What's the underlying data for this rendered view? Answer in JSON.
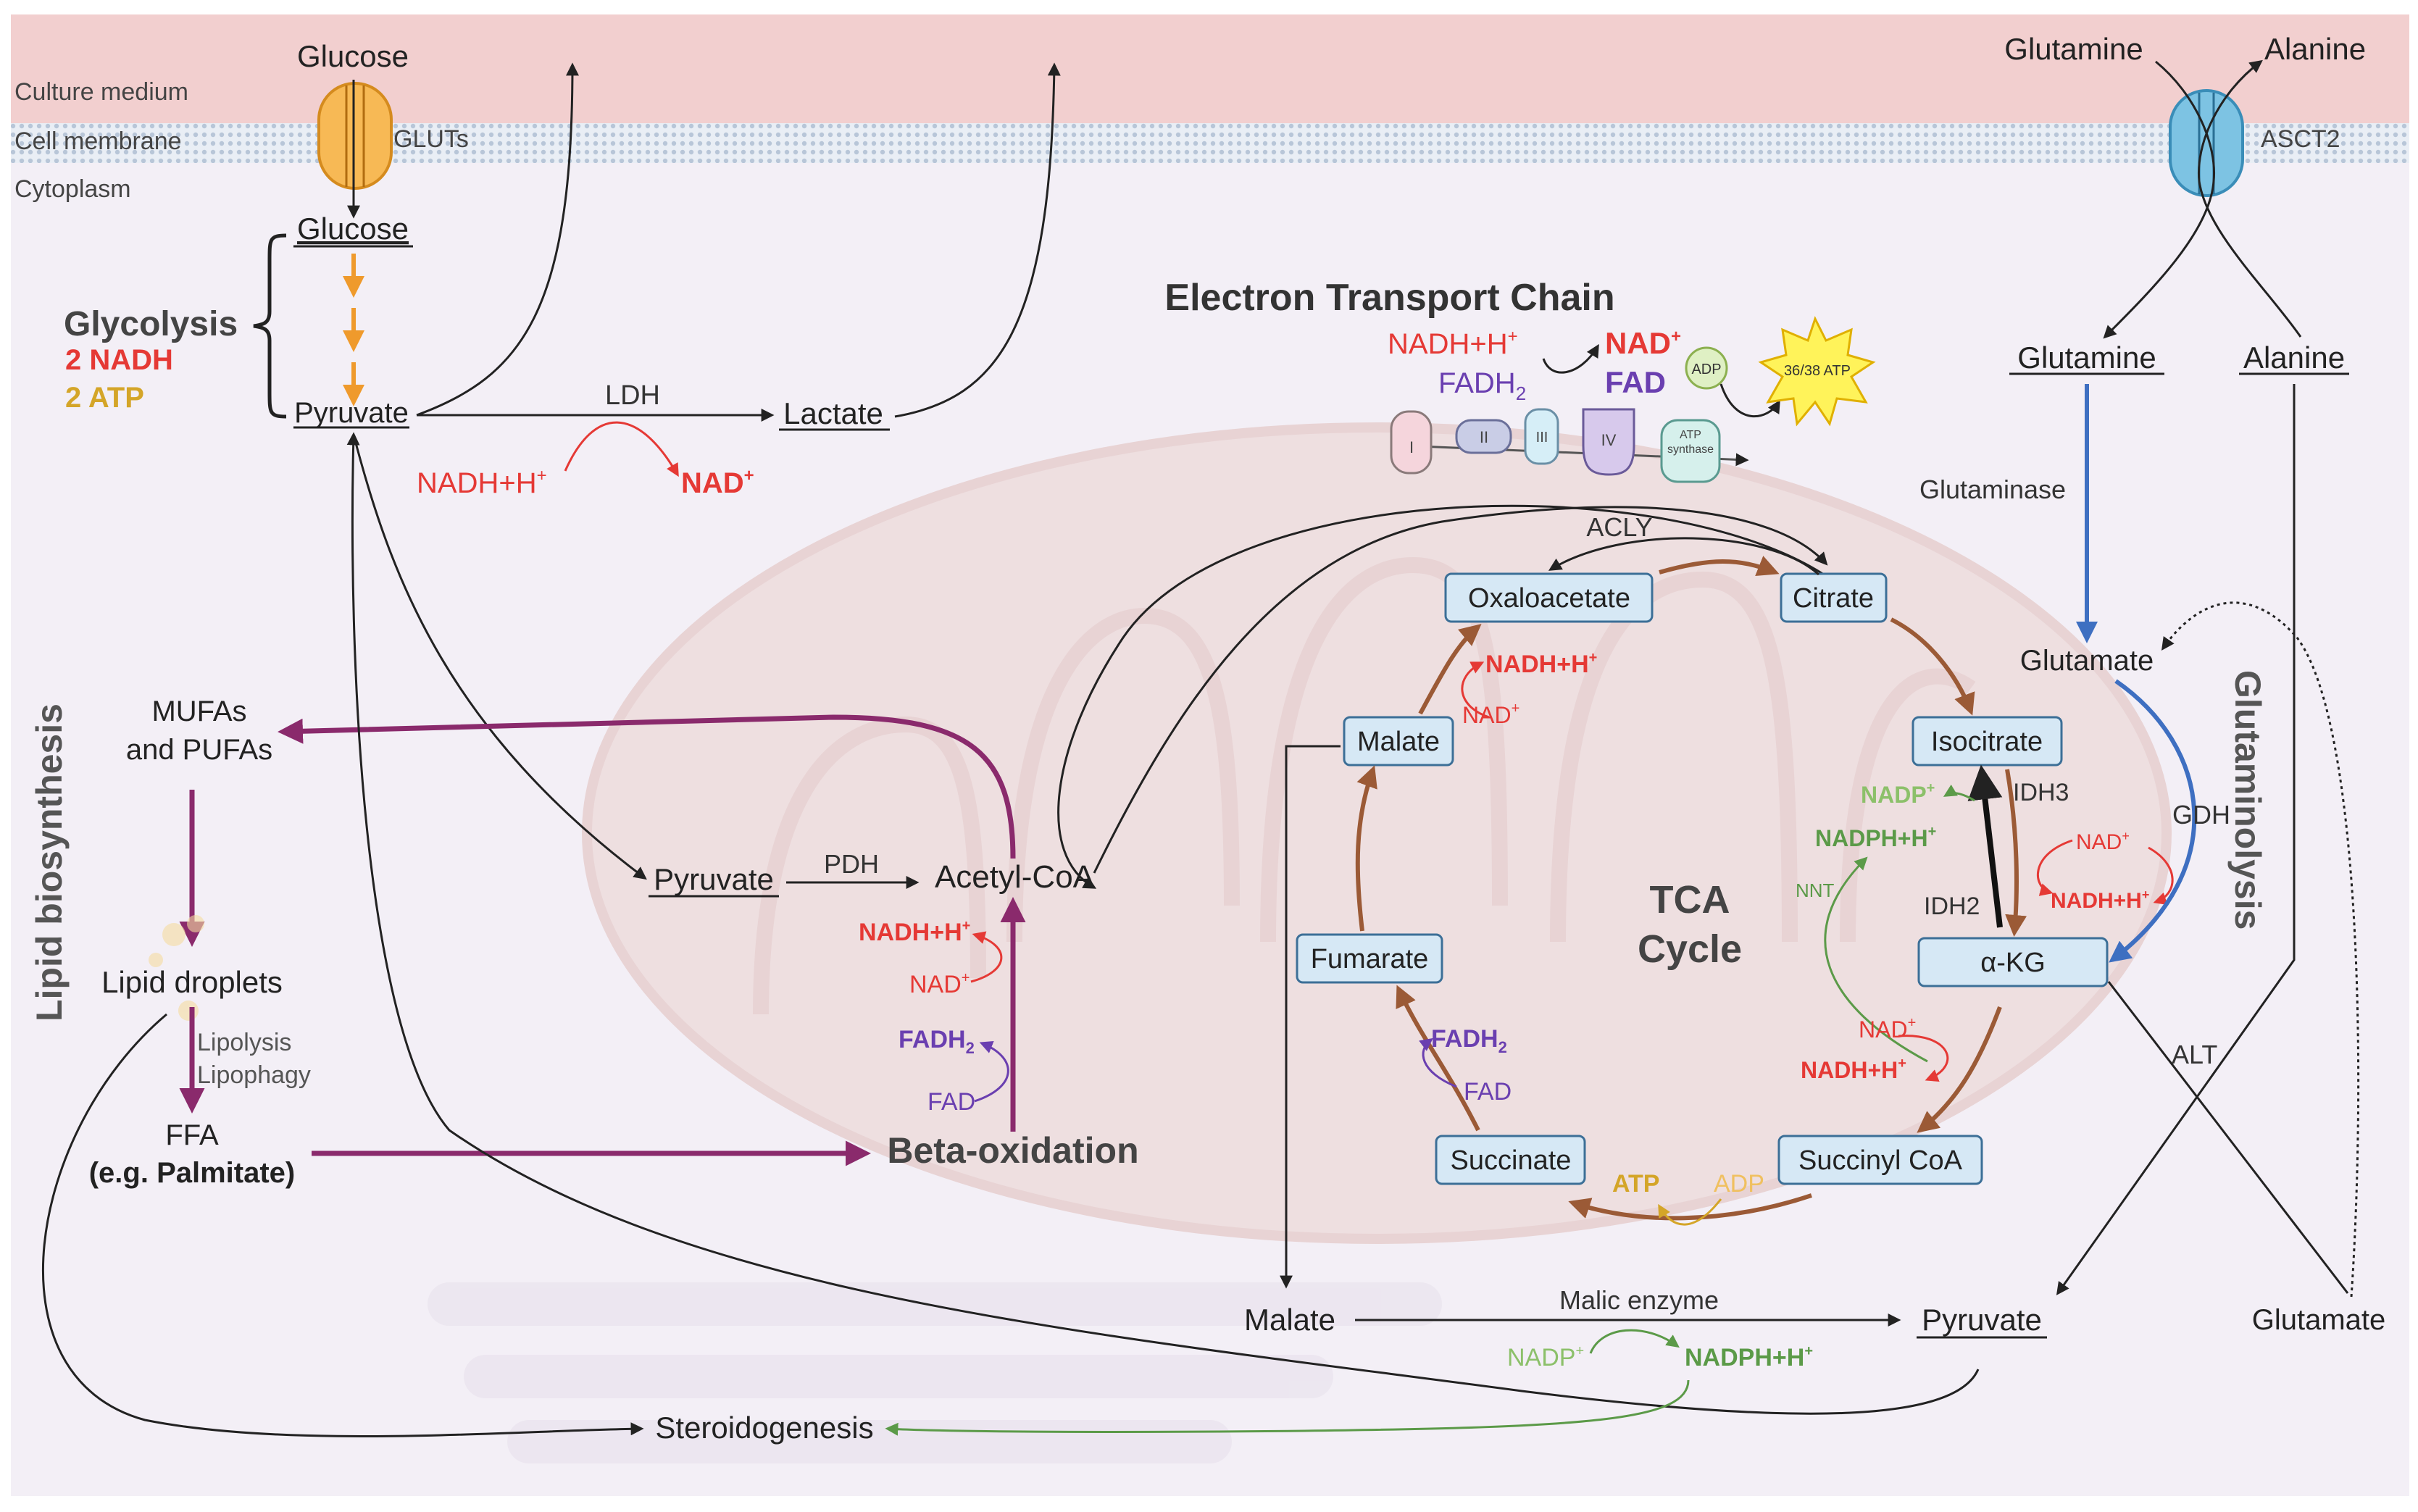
{
  "colors": {
    "medium": "#f2cfcf",
    "cytoplasm": "#f3eff6",
    "mito": "#ead2cf",
    "arrow": "#222222",
    "glycolysis_arrow": "#ef9a2c",
    "lipid_arrow": "#8a2a6c",
    "tca_arrow": "#9b5a36",
    "glutaminolysis_arrow": "#3e6fc1",
    "nadh_red": "#e53935",
    "fadh_purple": "#6a3fb0",
    "atp_gold": "#d4a528",
    "nadph_green": "#5b9a48",
    "nadp_light_green": "#8cc06a",
    "box_fill": "#d6e8f5",
    "box_stroke": "#3c6f97"
  },
  "compartments": {
    "medium": "Culture medium",
    "membrane": "Cell membrane",
    "cytoplasm": "Cytoplasm"
  },
  "transporters": {
    "gluts": "GLUTs",
    "asct2": "ASCT2"
  },
  "glycolysis": {
    "glucose_out": "Glucose",
    "glucose_in": "Glucose",
    "title": "Glycolysis",
    "nadh": "2 NADH",
    "atp": "2 ATP",
    "pyruvate": "Pyruvate",
    "ldh": "LDH",
    "lactate": "Lactate",
    "nadh_h": "NADH+H",
    "nad": "NAD"
  },
  "etc": {
    "title": "Electron Transport Chain",
    "nadh_h": "NADH+H",
    "nad": "NAD",
    "fadh2": "FADH",
    "fad": "FAD",
    "adp": "ADP",
    "atp": "36/38 ATP",
    "complexes": [
      "I",
      "II",
      "III",
      "IV"
    ],
    "synthase": [
      "ATP",
      "synthase"
    ]
  },
  "tca": {
    "title_1": "TCA",
    "title_2": "Cycle",
    "acly": "ACLY",
    "oxaloacetate": "Oxaloacetate",
    "citrate": "Citrate",
    "isocitrate": "Isocitrate",
    "akg": "α-KG",
    "succinyl_coa": "Succinyl CoA",
    "succinate": "Succinate",
    "fumarate": "Fumarate",
    "malate": "Malate",
    "mal_nadh": "NADH+H",
    "mal_nad": "NAD",
    "fadh2": "FADH",
    "fad": "FAD",
    "atp": "ATP",
    "adp": "ADP",
    "idh3": "IDH3",
    "idh2": "IDH2",
    "nadp": "NADP",
    "nadph": "NADPH+H",
    "idh3_nad": "NAD",
    "idh3_nadh": "NADH+H",
    "akg_nad": "NAD",
    "akg_nadh": "NADH+H",
    "nnt": "NNT"
  },
  "mito_entry": {
    "pyruvate": "Pyruvate",
    "pdh": "PDH",
    "acetyl_coa": "Acetyl-CoA",
    "beta_nadh": "NADH+H",
    "beta_nad": "NAD",
    "beta_fadh2": "FADH",
    "beta_fad": "FAD",
    "beta_oxidation": "Beta-oxidation"
  },
  "lipid": {
    "title": "Lipid biosynthesis",
    "mufas_1": "MUFAs",
    "mufas_2": "and PUFAs",
    "droplets": "Lipid droplets",
    "lipolysis": "Lipolysis",
    "lipophagy": "Lipophagy",
    "ffa": "FFA",
    "palmitate": "(e.g. Palmitate)",
    "steroidogenesis": "Steroidogenesis"
  },
  "glutaminolysis": {
    "title": "Glutaminolysis",
    "glutamine_out": "Glutamine",
    "alanine_out": "Alanine",
    "glutamine_in": "Glutamine",
    "alanine_in": "Alanine",
    "glutaminase": "Glutaminase",
    "glutamate": "Glutamate",
    "gdh": "GDH",
    "alt": "ALT",
    "glutamate_2": "Glutamate"
  },
  "malic": {
    "malate": "Malate",
    "enzyme": "Malic enzyme",
    "pyruvate": "Pyruvate",
    "nadp": "NADP",
    "nadph": "NADPH+H"
  }
}
